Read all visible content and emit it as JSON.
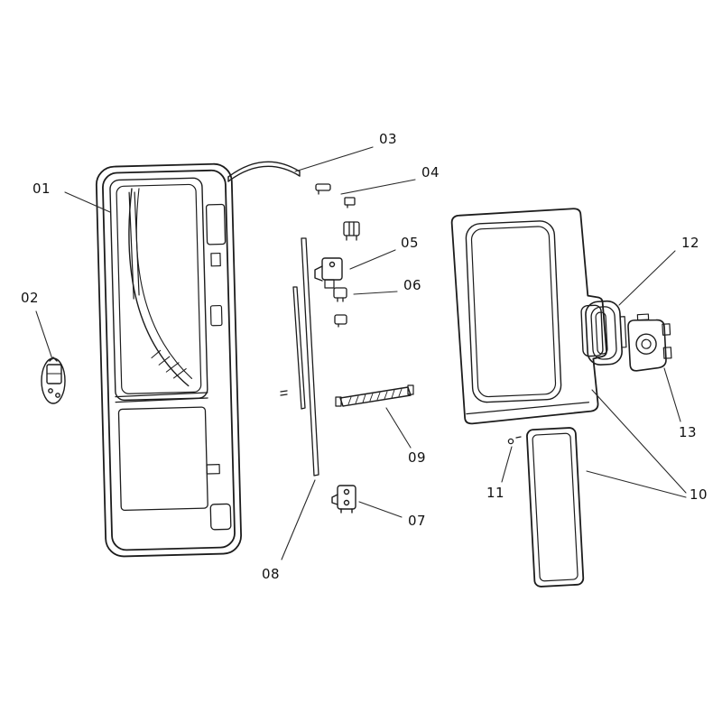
{
  "diagram": {
    "labels": [
      {
        "id": "01",
        "text": "01"
      },
      {
        "id": "02",
        "text": "02"
      },
      {
        "id": "03",
        "text": "03"
      },
      {
        "id": "04",
        "text": "04"
      },
      {
        "id": "05",
        "text": "05"
      },
      {
        "id": "06",
        "text": "06"
      },
      {
        "id": "07",
        "text": "07"
      },
      {
        "id": "08",
        "text": "08"
      },
      {
        "id": "09",
        "text": "09"
      },
      {
        "id": "10",
        "text": "10"
      },
      {
        "id": "11",
        "text": "11"
      },
      {
        "id": "12",
        "text": "12"
      },
      {
        "id": "13",
        "text": "13"
      }
    ],
    "line_color": "#1c1c1c"
  }
}
